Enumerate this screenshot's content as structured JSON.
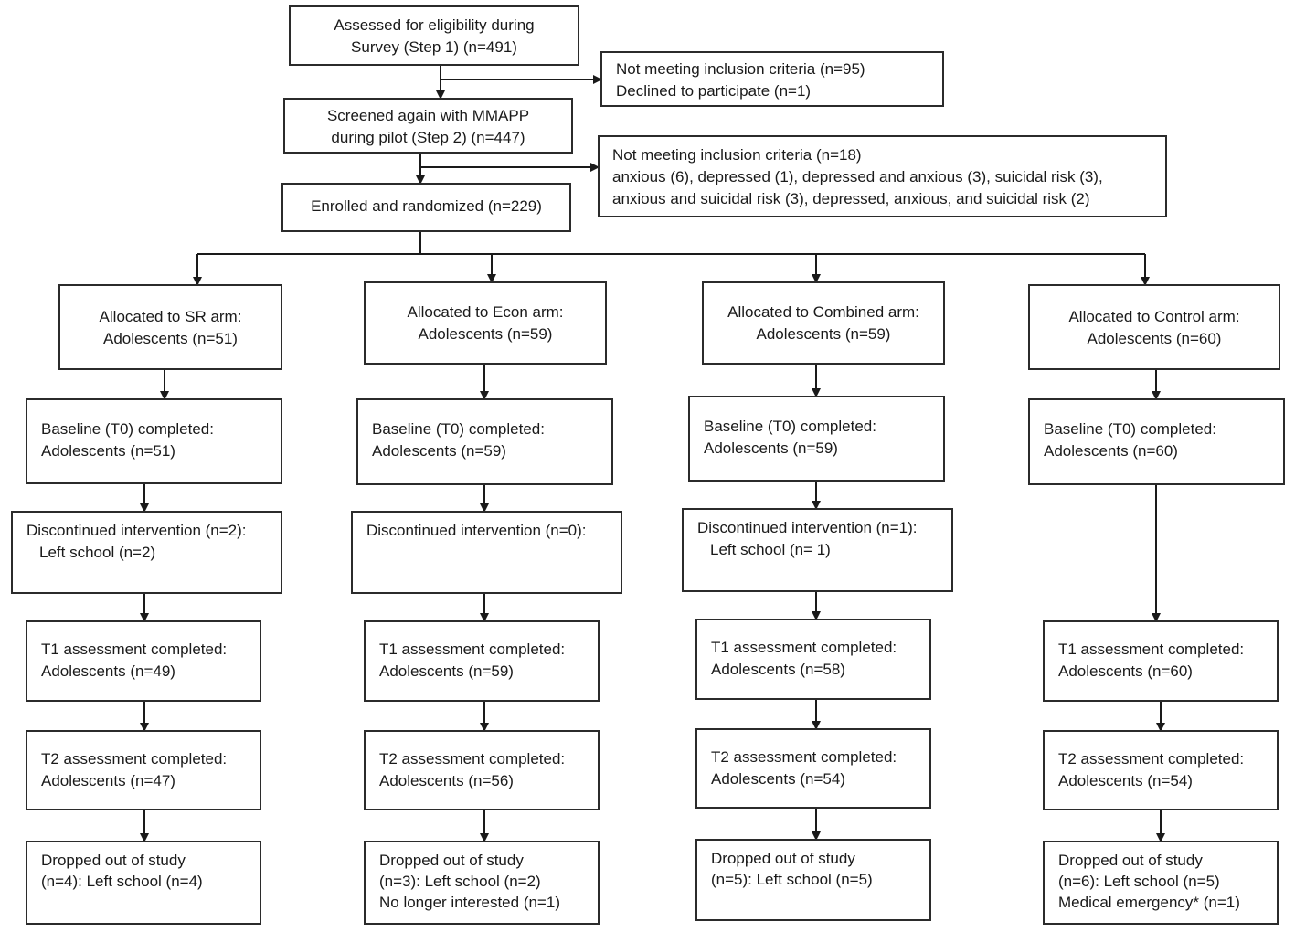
{
  "top": {
    "assessed": [
      "Assessed for eligibility during",
      "Survey (Step 1) (n=491)"
    ],
    "excluded1": [
      "Not meeting inclusion criteria (n=95)",
      "Declined to participate (n=1)"
    ],
    "screened": [
      "Screened again with MMAPP",
      "during pilot (Step 2) (n=447)"
    ],
    "excluded2": [
      "Not meeting inclusion criteria (n=18)",
      "anxious (6), depressed (1), depressed and anxious (3), suicidal risk (3),",
      "anxious and suicidal risk (3), depressed, anxious, and suicidal risk (2)"
    ],
    "enrolled": "Enrolled and randomized (n=229)"
  },
  "arms": [
    {
      "allocated": [
        "Allocated to SR arm:",
        "Adolescents (n=51)"
      ],
      "baseline": [
        "Baseline (T0) completed:",
        "Adolescents (n=51)"
      ],
      "discontinued": [
        "Discontinued intervention (n=2):",
        "Left school (n=2)"
      ],
      "t1": [
        "T1 assessment completed:",
        "Adolescents (n=49)"
      ],
      "t2": [
        "T2 assessment completed:",
        "Adolescents (n=47)"
      ],
      "dropped": [
        "Dropped out of study",
        "(n=4): Left school (n=4)"
      ]
    },
    {
      "allocated": [
        "Allocated to Econ arm:",
        "Adolescents (n=59)"
      ],
      "baseline": [
        "Baseline (T0) completed:",
        "Adolescents (n=59)"
      ],
      "discontinued": [
        "Discontinued intervention (n=0):"
      ],
      "t1": [
        "T1 assessment completed:",
        "Adolescents (n=59)"
      ],
      "t2": [
        "T2 assessment completed:",
        "Adolescents (n=56)"
      ],
      "dropped": [
        "Dropped out of study",
        "(n=3): Left school (n=2)",
        "No longer interested (n=1)"
      ]
    },
    {
      "allocated": [
        "Allocated to Combined arm:",
        "Adolescents (n=59)"
      ],
      "baseline": [
        "Baseline (T0) completed:",
        "Adolescents (n=59)"
      ],
      "discontinued": [
        "Discontinued intervention (n=1):",
        "Left school (n= 1)"
      ],
      "t1": [
        "T1 assessment completed:",
        "Adolescents (n=58)"
      ],
      "t2": [
        "T2 assessment completed:",
        "Adolescents (n=54)"
      ],
      "dropped": [
        "Dropped out of study",
        "(n=5): Left school (n=5)"
      ]
    },
    {
      "allocated": [
        "Allocated to Control arm:",
        "Adolescents (n=60)"
      ],
      "baseline": [
        "Baseline (T0) completed:",
        "Adolescents (n=60)"
      ],
      "t1": [
        "T1 assessment completed:",
        "Adolescents (n=60)"
      ],
      "t2": [
        "T2 assessment completed:",
        "Adolescents (n=54)"
      ],
      "dropped": [
        "Dropped out of study",
        "(n=6): Left school (n=5)",
        "Medical emergency* (n=1)"
      ]
    }
  ]
}
